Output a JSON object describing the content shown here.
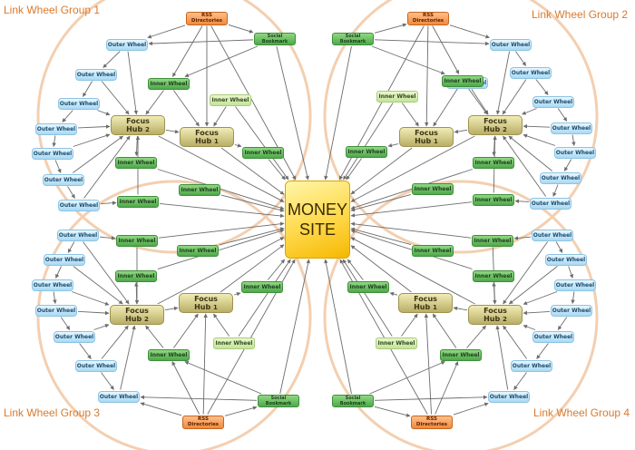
{
  "groups": [
    "Link Wheel Group 1",
    "Link Wheel Group 2",
    "Link Wheel Group 3",
    "Link Wheel Group 4"
  ],
  "center": {
    "line1": "MONEY",
    "line2": "SITE"
  },
  "labels": {
    "outer": "Outer Wheel",
    "inner": "Inner Wheel",
    "focus": "Focus",
    "social_1": "Social",
    "social_2": "Bookmark",
    "rss_1": "RSS",
    "rss_2": "Directories"
  },
  "hubs": {
    "g1": [
      {
        "name": "Hub",
        "num": "2"
      },
      {
        "name": "Hub",
        "num": "1"
      }
    ],
    "g2": [
      {
        "name": "Hub",
        "num": "1"
      },
      {
        "name": "Hub",
        "num": "2"
      }
    ],
    "g3": [
      {
        "name": "Hub",
        "num": "1"
      },
      {
        "name": "Hub",
        "num": "2"
      }
    ],
    "g4": [
      {
        "name": "Hub",
        "num": "1"
      },
      {
        "name": "Hub",
        "num": "2"
      }
    ]
  },
  "colors": {
    "title": "#d97a2b",
    "ring": "#f3cfb0",
    "arrow": "#6c6c6c",
    "outer_wheel": "#a9d9f5",
    "inner_wheel": "#4ea94a",
    "focus_hub": "#b9ae66",
    "rss": "#f08a3e",
    "money_site": "#ffd84a"
  }
}
